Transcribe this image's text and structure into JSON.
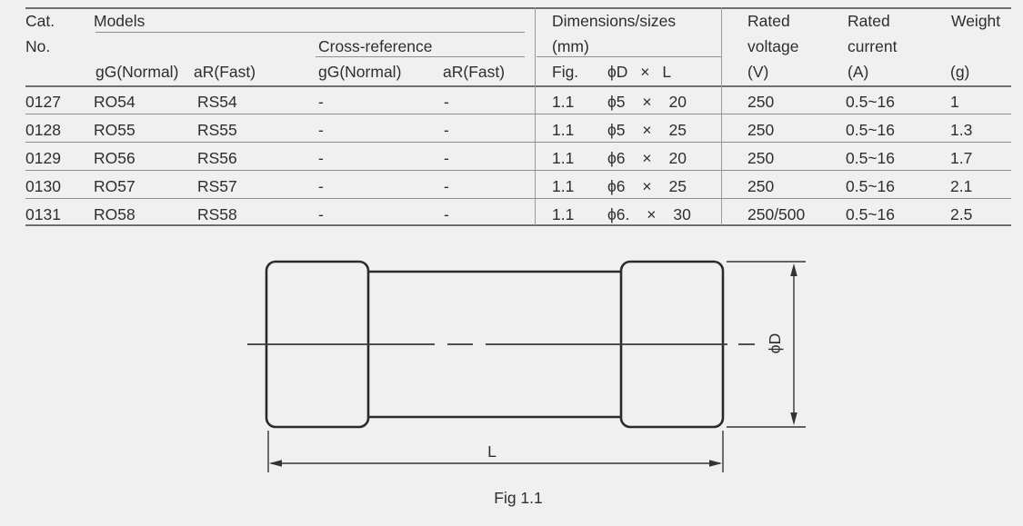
{
  "table": {
    "header": {
      "cat_line1": "Cat.",
      "cat_line2": "No.",
      "models": "Models",
      "cross_reference": "Cross-reference",
      "models_gg": "gG(Normal)",
      "models_ar": "aR(Fast)",
      "xref_gg": "gG(Normal)",
      "xref_ar": "aR(Fast)",
      "dimensions_line1": "Dimensions/sizes",
      "dimensions_line2": "(mm)",
      "fig": "Fig.",
      "dxl": "ϕD × L",
      "voltage_line1": "Rated",
      "voltage_line2": "voltage",
      "voltage_line3": "(V)",
      "current_line1": "Rated",
      "current_line2": "current",
      "current_line3": "(A)",
      "weight_line1": "Weight",
      "weight_line3": "(g)"
    },
    "rows": [
      {
        "cat": "0127",
        "model_gg": "RO54",
        "model_ar": "RS54",
        "xref_gg": "-",
        "xref_ar": "-",
        "fig": "1.1",
        "dxl": "ϕ5 × 20",
        "voltage": "250",
        "current": "0.5~16",
        "weight": "1"
      },
      {
        "cat": "0128",
        "model_gg": "RO55",
        "model_ar": "RS55",
        "xref_gg": "-",
        "xref_ar": "-",
        "fig": "1.1",
        "dxl": "ϕ5 × 25",
        "voltage": "250",
        "current": "0.5~16",
        "weight": "1.3"
      },
      {
        "cat": "0129",
        "model_gg": "RO56",
        "model_ar": "RS56",
        "xref_gg": "-",
        "xref_ar": "-",
        "fig": "1.1",
        "dxl": "ϕ6 × 20",
        "voltage": "250",
        "current": "0.5~16",
        "weight": "1.7"
      },
      {
        "cat": "0130",
        "model_gg": "RO57",
        "model_ar": "RS57",
        "xref_gg": "-",
        "xref_ar": "-",
        "fig": "1.1",
        "dxl": "ϕ6 × 25",
        "voltage": "250",
        "current": "0.5~16",
        "weight": "2.1"
      },
      {
        "cat": "0131",
        "model_gg": "RO58",
        "model_ar": "RS58",
        "xref_gg": "-",
        "xref_ar": "-",
        "fig": "1.1",
        "dxl": "ϕ6. × 30",
        "voltage": "250/500",
        "current": "0.5~16",
        "weight": "2.5"
      }
    ]
  },
  "figure": {
    "diameter_label": "ϕD",
    "length_label": "L",
    "caption": "Fig 1.1"
  }
}
